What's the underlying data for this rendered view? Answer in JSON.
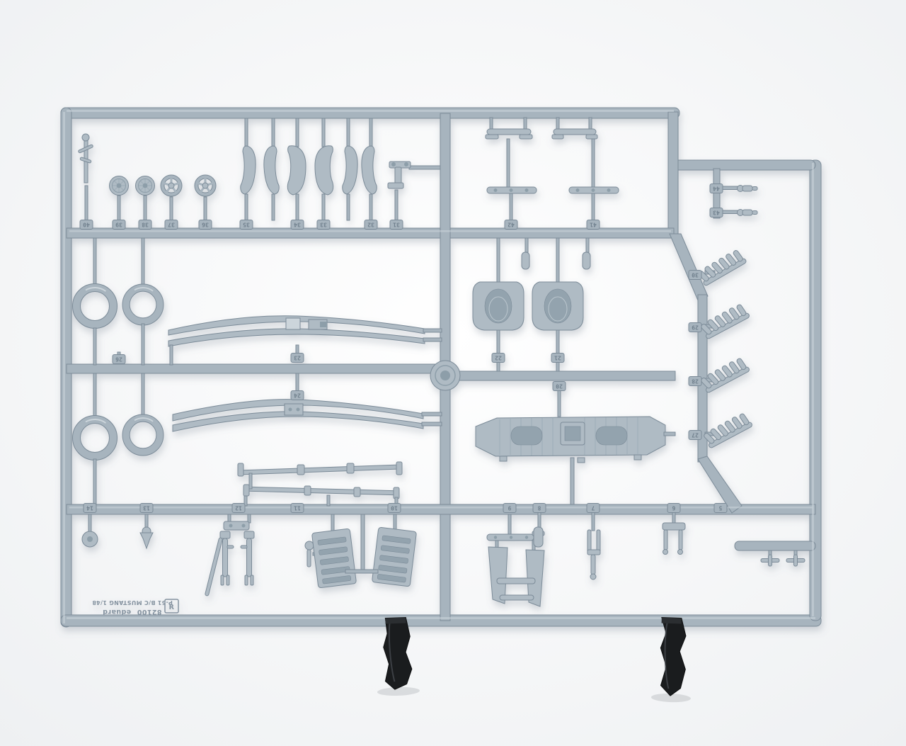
{
  "scene": {
    "description": "Photograph of a light grey injection-moulded styrene sprue (runner frame) of model aircraft parts, held by two black clips at the bottom, on a white background",
    "colors": {
      "bg": "#f7f8f9",
      "sprue": "#a7b4be",
      "sprue-edge": "#7b8b98",
      "sprue-part": "#afbbc4",
      "sprue-dark": "#8d9ea9",
      "sprue-lite": "#ccd5db",
      "well": "#93a3ae",
      "clip": "#1a1c1e",
      "clip-hi": "#45494e"
    }
  },
  "markings": {
    "kit_number": "82100",
    "brand": "eduard",
    "kit_name": "P-51 B/C MUSTANG 1/48",
    "sprue_letter": "R"
  },
  "tabs": {
    "top": [
      "40",
      "39",
      "38",
      "37",
      "36",
      "35",
      "34",
      "33",
      "32",
      "31"
    ],
    "top_mid": [
      "42",
      "41"
    ],
    "top_right": [
      "44",
      "43"
    ],
    "mid_left": [
      "26",
      "23",
      "24"
    ],
    "mid_right": [
      "22",
      "21",
      "20"
    ],
    "exhaust": [
      "30",
      "29",
      "28",
      "27"
    ],
    "bottom": [
      "14",
      "13",
      "12",
      "11",
      "10",
      "9",
      "8",
      "7",
      "6",
      "5"
    ]
  }
}
